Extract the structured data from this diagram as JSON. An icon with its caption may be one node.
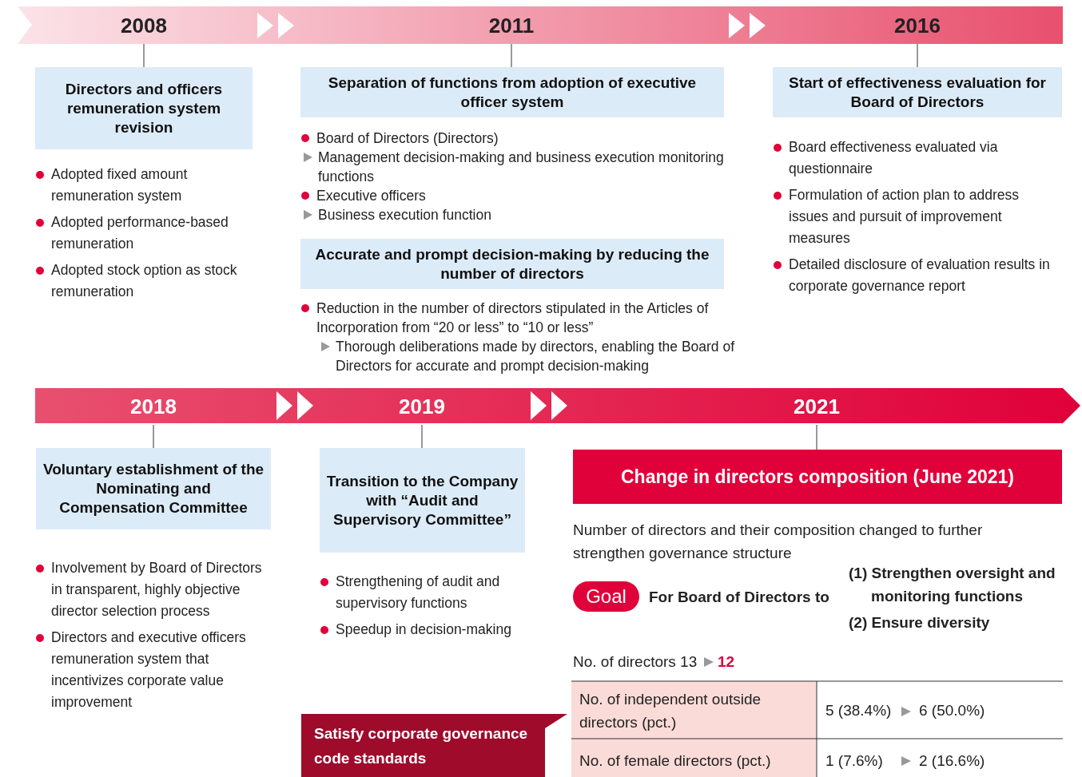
{
  "diagram": {
    "nodes": [
      {
        "text": [
          "2008"
        ]
      },
      {
        "text": [
          "Directors and officers remuneration system revision"
        ],
        "beside": [
          "Adopted fixed amount remuneration system",
          "Adopted performance-based remuneration",
          "Adopted stock option as stock remuneration"
        ]
      },
      {
        "text": [
          "2011"
        ]
      },
      {
        "text": [
          "Separation of functions from adoption of executive officer system"
        ],
        "beside": [
          "Board of Directors (Directors)",
          "Management decision-making and business execution monitoring functions",
          "Executive officers",
          "Business execution function"
        ]
      },
      {
        "text": [
          "Accurate and prompt decision-making by reducing the number of directors"
        ],
        "beside": [
          "Reduction in the number of directors stipulated in the Articles of Incorporation from “20 or less” to “10 or less”",
          "Thorough deliberations made by directors, enabling the Board of Directors for accurate and prompt decision-making"
        ]
      },
      {
        "text": [
          "2016"
        ]
      },
      {
        "text": [
          "Start of effectiveness evaluation for Board of Directors"
        ],
        "beside": [
          "Board effectiveness evaluated via questionnaire",
          "Formulation of action plan to address issues and pursuit of improvement measures",
          "Detailed disclosure of evaluation results in corporate governance report"
        ]
      },
      {
        "text": [
          "2018"
        ]
      },
      {
        "text": [
          "Voluntary establishment of the Nominating and Compensation Committee"
        ],
        "beside": [
          "Involvement by Board of Directors in transparent, highly objective director selection process",
          "Directors and executive officers remuneration system that incentivizes corporate value improvement"
        ]
      },
      {
        "text": [
          "2019"
        ]
      },
      {
        "text": [
          "Transition to the Company with “Audit and Supervisory Committee”"
        ],
        "beside": [
          "Strengthening of audit and supervisory functions",
          "Speedup in decision-making"
        ]
      },
      {
        "text": [
          "2021"
        ]
      },
      {
        "text": [
          "Change in directors composition (June 2021)"
        ]
      },
      {
        "text": [
          "Goal"
        ],
        "beside": [
          "For Board of Directors to"
        ]
      },
      {
        "text": [
          "Satisfy corporate governance code standards"
        ]
      }
    ],
    "edges": [
      {
        "from": 0,
        "to": 1,
        "arrow": "none"
      },
      {
        "from": 2,
        "to": 3,
        "arrow": "none"
      },
      {
        "from": 5,
        "to": 6,
        "arrow": "none"
      },
      {
        "from": 7,
        "to": 8,
        "arrow": "none"
      },
      {
        "from": 9,
        "to": 10,
        "arrow": "none"
      },
      {
        "from": 11,
        "to": 12,
        "arrow": "none"
      }
    ],
    "labels": [
      "Number of directors and their composition changed to further strengthen governance structure",
      "(1) Strengthen oversight and monitoring functions",
      "(2) Ensure diversity",
      "No. of directors 13",
      "12",
      "No. of independent outside directors (pct.)",
      "5 (38.4%)",
      "6 (50.0%)",
      "No. of female directors (pct.)",
      "1 (7.6%)",
      "2 (16.6%)"
    ]
  }
}
